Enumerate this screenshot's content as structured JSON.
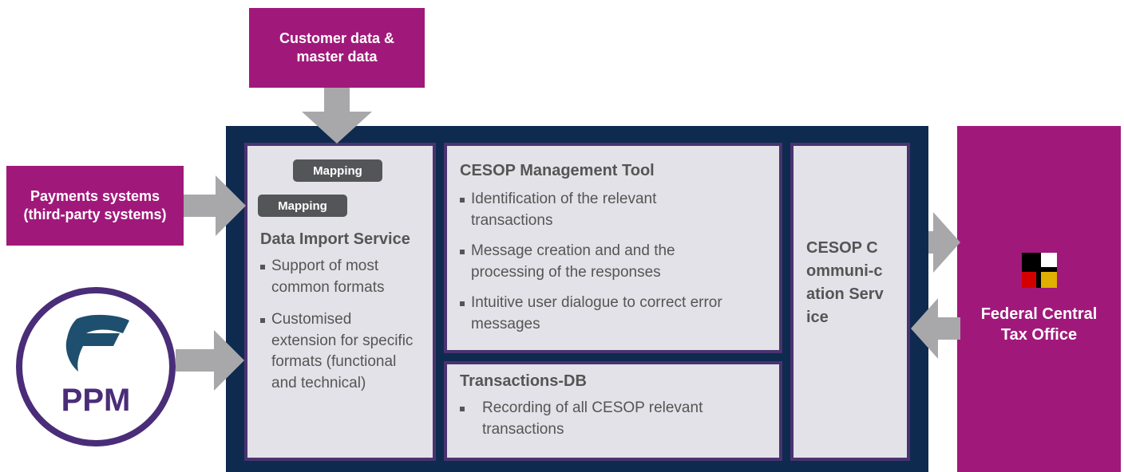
{
  "customer_data": {
    "label": "Customer data & master data"
  },
  "payments": {
    "label": "Payments systems (third-party systems)"
  },
  "ppm": {
    "label": "PPM",
    "logo_icon": "ppm-f-logo-icon"
  },
  "import_panel": {
    "chip_top": "Mapping",
    "chip_bottom": "Mapping",
    "title": "Data Import Service",
    "bullets": [
      "Support of most common formats",
      "Customised extension for specific formats (functional and technical)"
    ]
  },
  "mgmt_panel": {
    "title": "CESOP Management Tool",
    "bullets": [
      "Identification of the relevant transactions",
      "Message creation and and the processing of the responses",
      "Intuitive user dialogue to correct error messages"
    ]
  },
  "db_panel": {
    "title": "Transactions-DB",
    "bullets": [
      "Recording of all CESOP relevant transactions"
    ]
  },
  "comm_panel": {
    "title": "CESOP Communi-cation Service"
  },
  "tax_office": {
    "label": "Federal Central Tax Office",
    "flag_icon": "federal-eagle-flag-icon"
  },
  "colors": {
    "magenta": "#a0197a",
    "navy": "#0f2a4f",
    "panel": "#e3e2e8",
    "arrow": "#a8a8ab",
    "ppm_purple": "#4a2d78",
    "ppm_teal": "#1f4f6e"
  }
}
